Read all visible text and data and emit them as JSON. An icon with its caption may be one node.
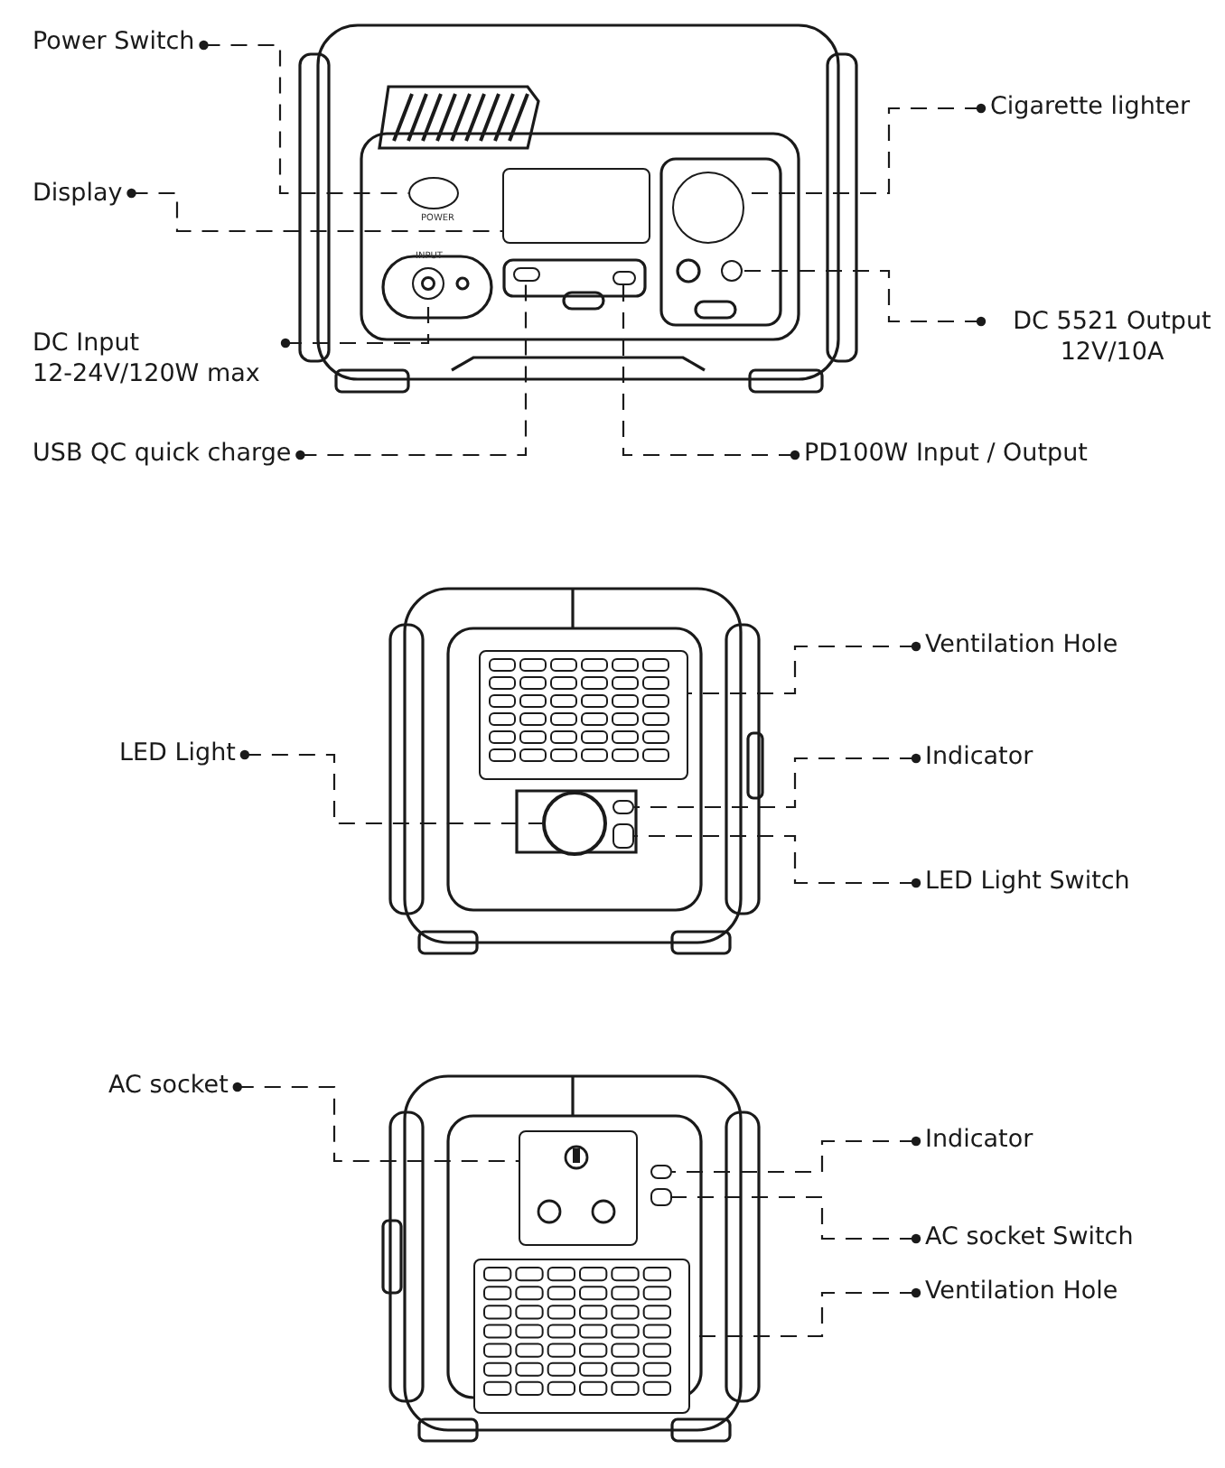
{
  "diagram": {
    "nodes": [
      {
        "text": [
          "Power Switch"
        ]
      },
      {
        "text": [
          "Display"
        ]
      },
      {
        "text": [
          "DC Input 12-24V/120W max"
        ]
      },
      {
        "text": [
          "USB QC quick charge"
        ]
      },
      {
        "text": [
          "Cigarette lighter"
        ]
      },
      {
        "text": [
          "DC 5521 Output 12V/10A"
        ]
      },
      {
        "text": [
          "PD100W Input / Output"
        ]
      },
      {
        "text": [
          "LED Light"
        ]
      },
      {
        "text": [
          "Ventilation Hole"
        ]
      },
      {
        "text": [
          "Indicator"
        ]
      },
      {
        "text": [
          "LED Light Switch"
        ]
      },
      {
        "text": [
          "AC socket"
        ]
      },
      {
        "text": [
          "Indicator"
        ]
      },
      {
        "text": [
          "AC socket Switch"
        ]
      },
      {
        "text": [
          "Ventilation Hole"
        ]
      },
      {
        "text": [],
        "shape": "ellipse",
        "beside": [
          "POWER"
        ]
      },
      {
        "text": [],
        "shape": "box"
      },
      {
        "text": [],
        "shape": "circle",
        "beside": [
          "INPUT"
        ]
      },
      {
        "text": [],
        "shape": "box"
      },
      {
        "text": [],
        "shape": "circle"
      },
      {
        "text": [],
        "shape": "circle"
      },
      {
        "text": [],
        "shape": "box"
      },
      {
        "text": [],
        "shape": "circle"
      },
      {
        "text": [],
        "shape": "box"
      },
      {
        "text": [],
        "shape": "box"
      },
      {
        "text": [],
        "shape": "box"
      },
      {
        "text": [],
        "shape": "box"
      },
      {
        "text": [],
        "shape": "box"
      },
      {
        "text": [],
        "shape": "box"
      },
      {
        "text": [],
        "shape": "box"
      }
    ],
    "edges": [
      {
        "from": 0,
        "to": 15,
        "arrow": "other"
      },
      {
        "from": 1,
        "to": 16,
        "arrow": "other"
      },
      {
        "from": 2,
        "to": 17,
        "arrow": "other"
      },
      {
        "from": 3,
        "to": 18,
        "arrow": "other"
      },
      {
        "from": 4,
        "to": 19,
        "arrow": "other"
      },
      {
        "from": 5,
        "to": 20,
        "arrow": "other"
      },
      {
        "from": 6,
        "to": 21,
        "arrow": "other"
      },
      {
        "from": 7,
        "to": 22,
        "arrow": "other"
      },
      {
        "from": 8,
        "to": 23,
        "arrow": "other"
      },
      {
        "from": 9,
        "to": 24,
        "arrow": "other"
      },
      {
        "from": 10,
        "to": 25,
        "arrow": "other"
      },
      {
        "from": 11,
        "to": 26,
        "arrow": "other"
      },
      {
        "from": 12,
        "to": 27,
        "arrow": "other"
      },
      {
        "from": 13,
        "to": 28,
        "arrow": "other"
      },
      {
        "from": 14,
        "to": 29,
        "arrow": "other"
      }
    ]
  }
}
